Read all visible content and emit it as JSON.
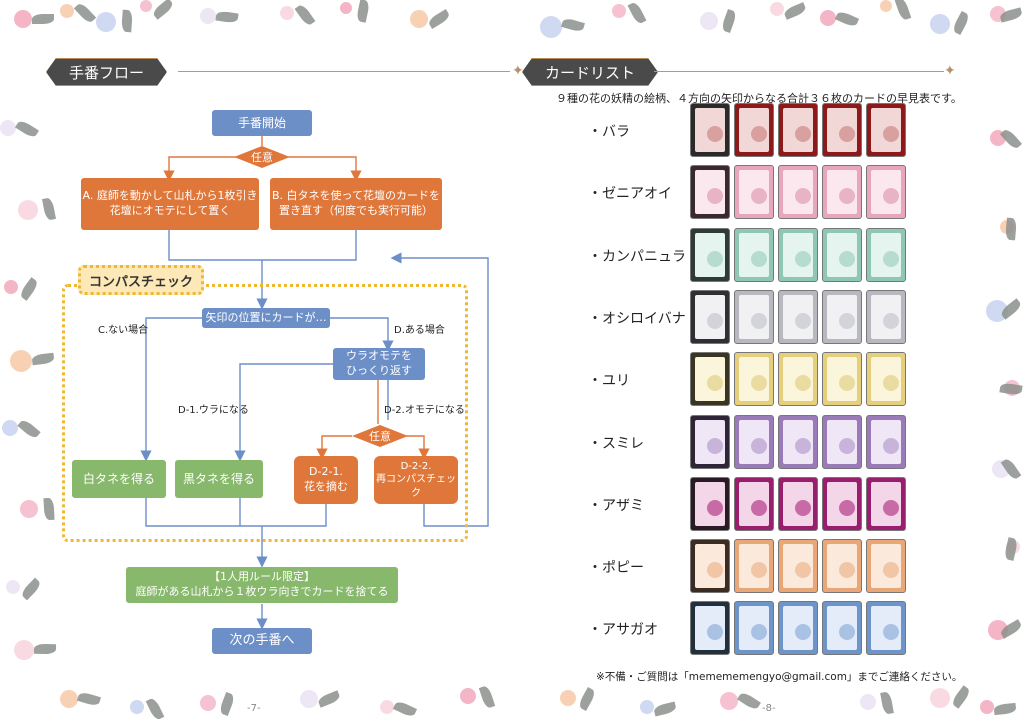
{
  "left": {
    "header": "手番フロー",
    "page_number": "-7-",
    "flow": {
      "start": "手番開始",
      "choice1": "任意",
      "optA": "A. 庭師を動かして山札から1枚引き\n花壇にオモテにして置く",
      "optB": "B. 白タネを使って花壇のカードを\n置き直す（何度でも実行可能）",
      "compass_tag": "コンパスチェック",
      "arrow_check": "矢印の位置にカードが…",
      "label_c": "C.ない場合",
      "label_d": "D.ある場合",
      "flip": "ウラオモテを\nひっくり返す",
      "label_d1": "D-1.ウラになる",
      "label_d2": "D-2.オモテになる",
      "choice2": "任意",
      "white_seed": "白タネを得る",
      "black_seed": "黒タネを得る",
      "d21": "D-2-1.\n花を摘む",
      "d22": "D-2-2.\n再コンパスチェック",
      "solo": "【1人用ルール限定】\n庭師がある山札から１枚ウラ向きでカードを捨てる",
      "next": "次の手番へ"
    }
  },
  "right": {
    "header": "カードリスト",
    "page_number": "-8-",
    "intro": "９種の花の妖精の絵柄、４方向の矢印からなる合計３６枚のカードの早見表です。",
    "rows": [
      {
        "name": "・バラ",
        "frame": "#8c1a1a",
        "bg": "#f2d7d7",
        "accent": "#d9a0a0",
        "back": "#2a2a2a"
      },
      {
        "name": "・ゼニアオイ",
        "frame": "#e8a6bd",
        "bg": "#fbe8ef",
        "accent": "#e9b3c6",
        "back": "#3a2a30"
      },
      {
        "name": "・カンパニュラ",
        "frame": "#8fc7b5",
        "bg": "#e6f4ef",
        "accent": "#b5dccf",
        "back": "#2e3a36"
      },
      {
        "name": "・オシロイバナ",
        "frame": "#b8b8c0",
        "bg": "#f1f1f4",
        "accent": "#d3d3da",
        "back": "#303034"
      },
      {
        "name": "・ユリ",
        "frame": "#e5cf7c",
        "bg": "#fbf5dc",
        "accent": "#eadca0",
        "back": "#3a3522"
      },
      {
        "name": "・スミレ",
        "frame": "#9a7ab8",
        "bg": "#efe6f6",
        "accent": "#c8b4da",
        "back": "#2e2638"
      },
      {
        "name": "・アザミ",
        "frame": "#9a1e6e",
        "bg": "#f3d6e8",
        "accent": "#c86aa6",
        "back": "#2a1a24"
      },
      {
        "name": "・ポピー",
        "frame": "#e9a777",
        "bg": "#fbe9dc",
        "accent": "#f0c6a6",
        "back": "#3a2c22"
      },
      {
        "name": "・アサガオ",
        "frame": "#6d95c9",
        "bg": "#e3ecf8",
        "accent": "#a9c2e3",
        "back": "#22303e"
      }
    ],
    "footer_note": "※不備・ご質問は「memememengyo@gmail.com」までご連絡ください。"
  }
}
